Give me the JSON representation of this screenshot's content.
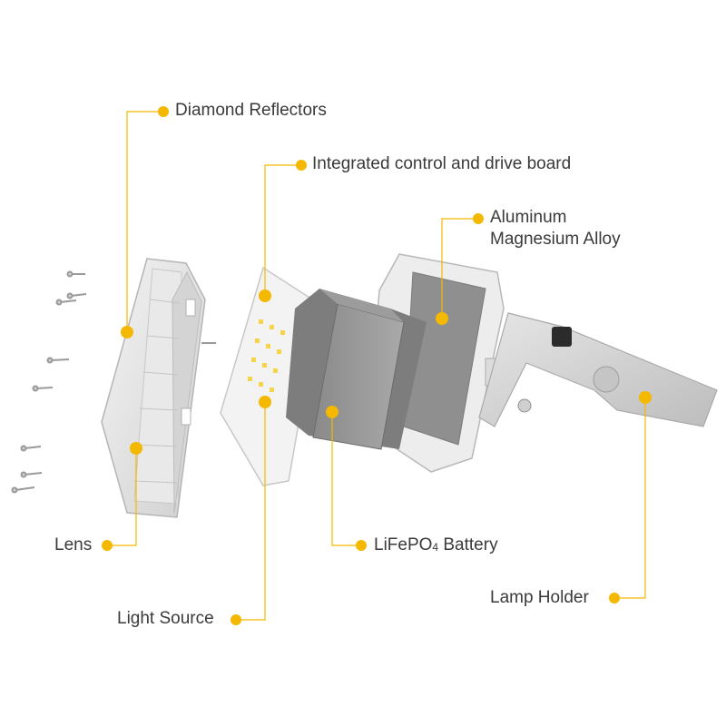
{
  "colors": {
    "accent": "#f5b800",
    "label": "#3a3a3a"
  },
  "labels": {
    "diamond_reflectors": "Diamond Reflectors",
    "control_board": "Integrated control and drive board",
    "alloy_line1": "Aluminum",
    "alloy_line2": "Magnesium Alloy",
    "lens": "Lens",
    "battery_main": "LiFePO",
    "battery_sub": "4",
    "battery_tail": " Battery",
    "lamp_holder": "Lamp Holder",
    "light_source": "Light Source"
  }
}
